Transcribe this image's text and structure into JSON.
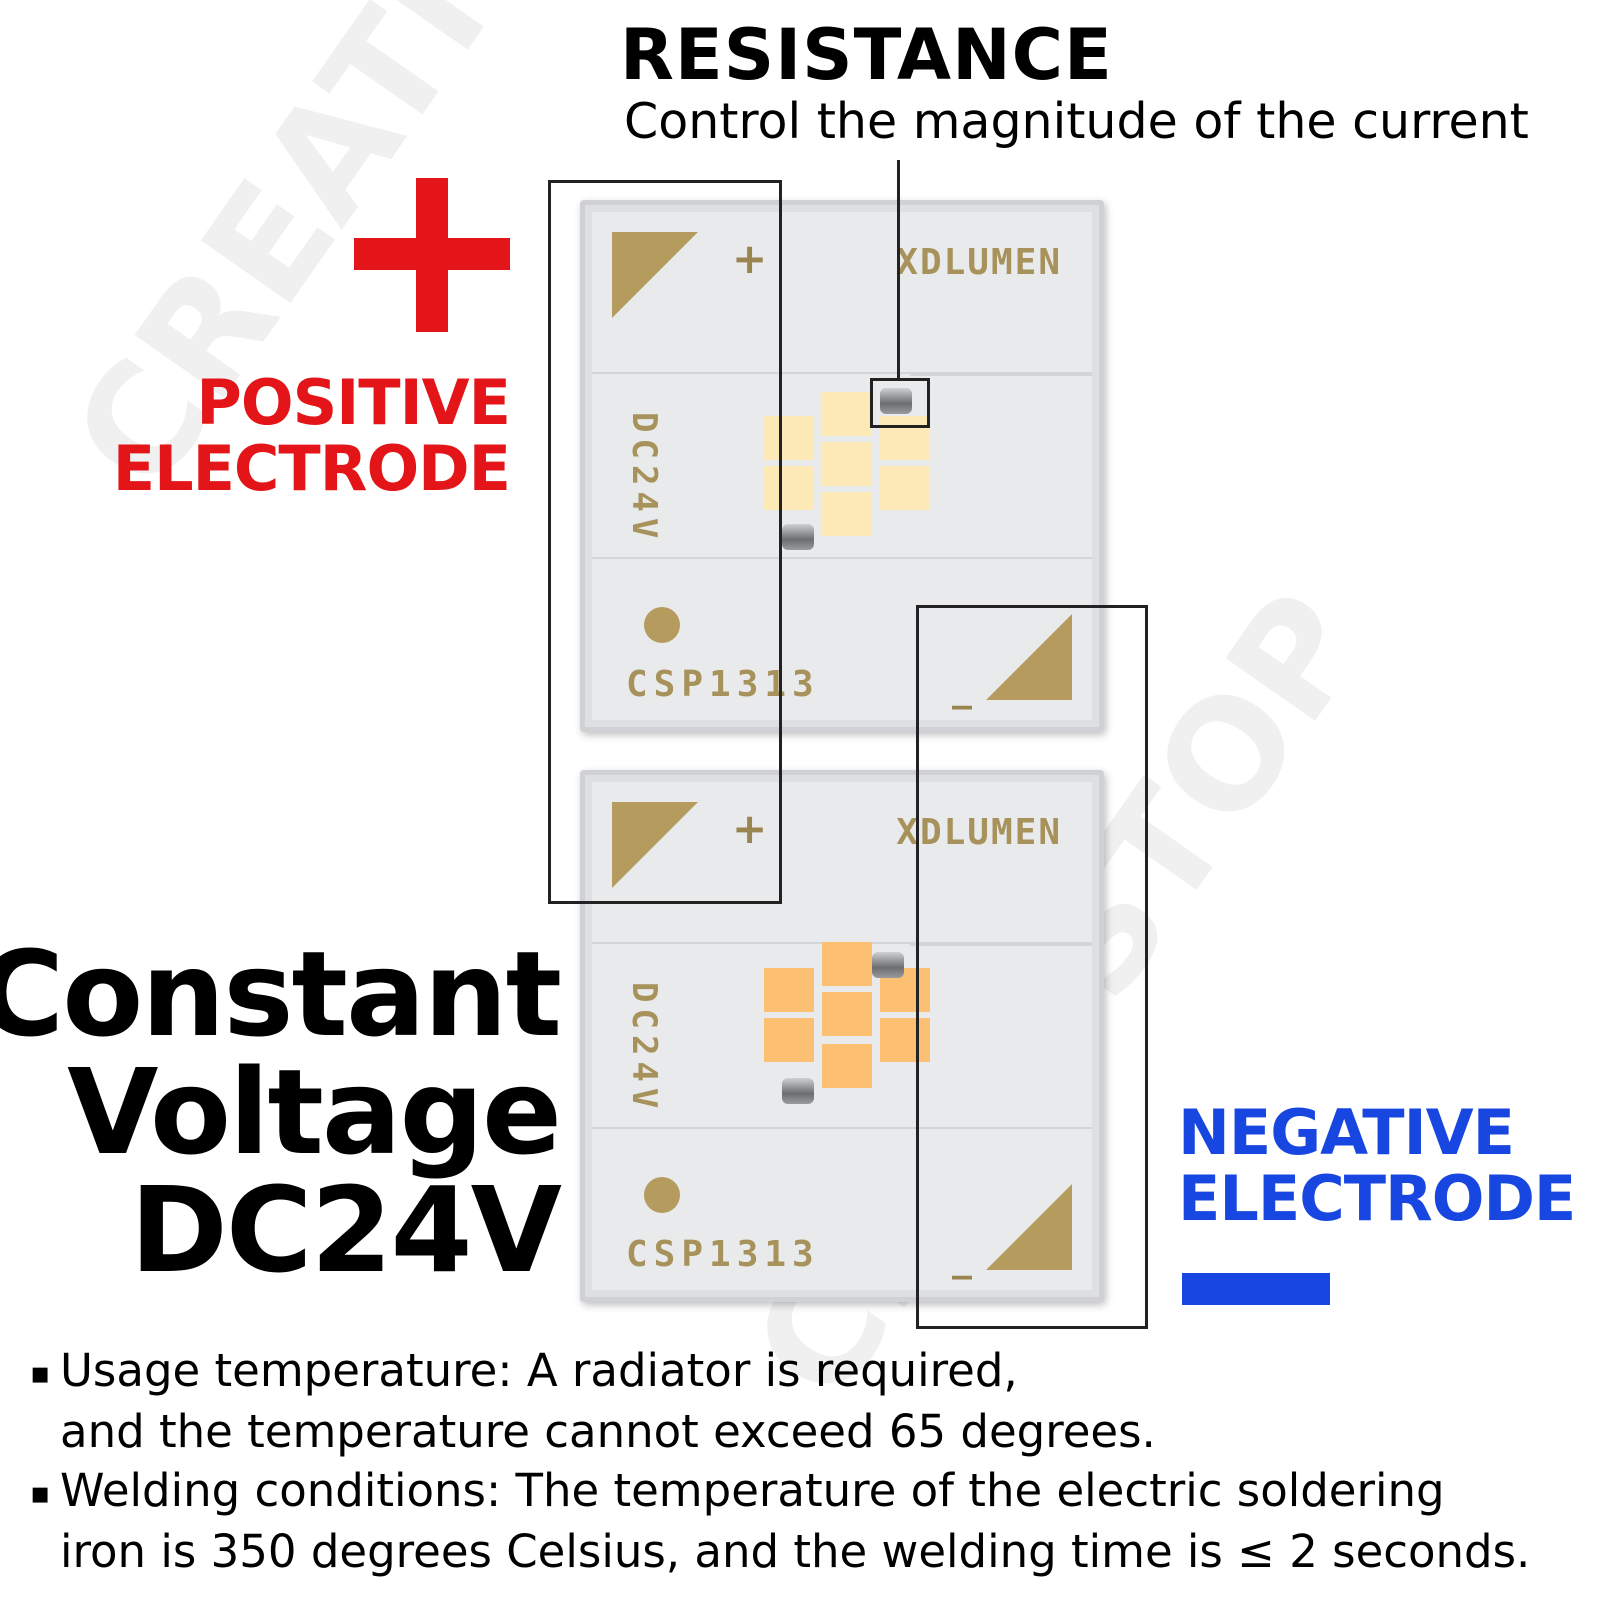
{
  "resistance": {
    "title": "RESISTANCE",
    "subtitle": "Control the magnitude of the current"
  },
  "positive": {
    "line1": "POSITIVE",
    "line2": "ELECTRODE",
    "color": "#e31519"
  },
  "negative": {
    "line1": "NEGATIVE",
    "line2": "ELECTRODE",
    "color": "#1846e0"
  },
  "headline": {
    "line1": "Constant",
    "line2": "Voltage",
    "line3": "DC24V"
  },
  "chips": [
    {
      "brand": "XDLUMEN",
      "plus": "+",
      "minus": "_",
      "voltage": "DC24V",
      "model": "CSP1313",
      "led_color": "#fde9b6"
    },
    {
      "brand": "XDLUMEN",
      "plus": "+",
      "minus": "_",
      "voltage": "DC24V",
      "model": "CSP1313",
      "led_color": "#fdbf72"
    }
  ],
  "notes": {
    "bullet": "▪",
    "item1_line1": "Usage temperature: A radiator is required,",
    "item1_line2": "and the temperature cannot exceed 65 degrees.",
    "item2_line1": "Welding conditions: The temperature of the electric soldering",
    "item2_line2": "iron is 350 degrees Celsius, and the welding time is ≤ 2 seconds."
  },
  "watermark": {
    "text1": "CREATIVE",
    "text2": "CLUB STOP"
  },
  "colors": {
    "pad_gold": "#b59b5e",
    "chip_bg": "#e9eaec"
  }
}
